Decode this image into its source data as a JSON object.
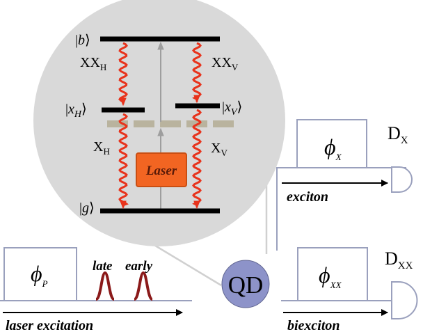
{
  "levels": {
    "b": {
      "ket_open": "|",
      "letter": "b",
      "ket_close": "⟩"
    },
    "xH": {
      "ket_open": "|",
      "letter": "x",
      "sub": "H",
      "ket_close": "⟩"
    },
    "xV": {
      "ket_open": "|",
      "letter": "x",
      "sub": "V",
      "ket_close": "⟩"
    },
    "g": {
      "ket_open": "|",
      "letter": "g",
      "ket_close": "⟩"
    }
  },
  "transitions": {
    "XX_H": {
      "main": "XX",
      "sub": "H"
    },
    "XX_V": {
      "main": "XX",
      "sub": "V"
    },
    "X_H": {
      "main": "X",
      "sub": "H"
    },
    "X_V": {
      "main": "X",
      "sub": "V"
    }
  },
  "laser_label": "Laser",
  "qd_label": "QD",
  "pulse_box": {
    "symbol": "ϕ",
    "sub": "P"
  },
  "pulses": {
    "late": "late",
    "early": "early"
  },
  "beams": {
    "laser": "laser excitation",
    "exciton": "exciton",
    "biexciton": "biexciton"
  },
  "analyzers": {
    "x": {
      "symbol": "ϕ",
      "sub": "X"
    },
    "xx": {
      "symbol": "ϕ",
      "sub": "XX"
    }
  },
  "detectors": {
    "dx": {
      "main": "D",
      "sub": "X"
    },
    "dxx": {
      "main": "D",
      "sub": "XX"
    }
  },
  "colors": {
    "level": "#000000",
    "photon": "#e8331c",
    "laser_fill": "#f26522",
    "laser_edge": "#c94e12",
    "pump_arrow": "#9e9e9e",
    "virtual_level": "#b9b39e",
    "inset_fill": "#d9d9d9",
    "qd_fill": "#8d93c9",
    "pulse": "#8b1a1a",
    "box_stroke": "#9aa0bd"
  }
}
